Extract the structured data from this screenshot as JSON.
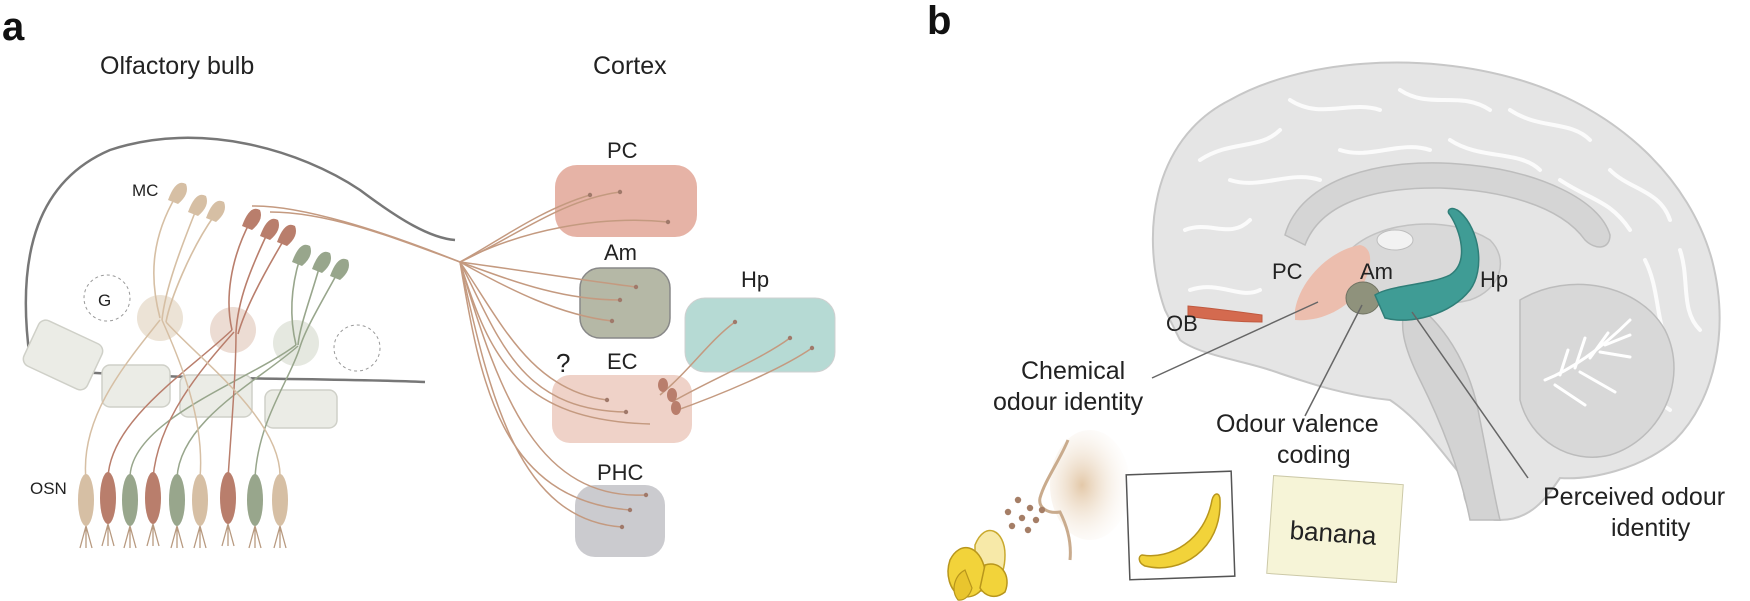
{
  "panel_a": {
    "letter": "a",
    "headings": {
      "bulb": "Olfactory bulb",
      "cortex": "Cortex"
    },
    "cell_labels": {
      "mc": "MC",
      "g": "G",
      "osn": "OSN"
    },
    "regions": {
      "pc": "PC",
      "am": "Am",
      "hp": "Hp",
      "ec": "EC",
      "phc": "PHC"
    },
    "question": "?"
  },
  "panel_b": {
    "letter": "b",
    "regions": {
      "pc": "PC",
      "am": "Am",
      "hp": "Hp",
      "ob": "OB"
    },
    "annotations": {
      "chemical_1": "Chemical",
      "chemical_2": "odour identity",
      "valence_1": "Odour valence",
      "valence_2": "coding",
      "perceived_1": "Perceived odour",
      "perceived_2": "identity"
    },
    "note_word": "banana"
  },
  "colors": {
    "pc": "#e6b3a6",
    "am": "#a8ab98",
    "hp": "#a9d3cc",
    "ec": "#efcdc2",
    "phc": "#c9c9cc",
    "axon": "#c49a80",
    "mc_red": "#b97e6c",
    "mc_tan": "#d6bfa4",
    "mc_green": "#98a68c",
    "hp_brain": "#3f9c95"
  }
}
